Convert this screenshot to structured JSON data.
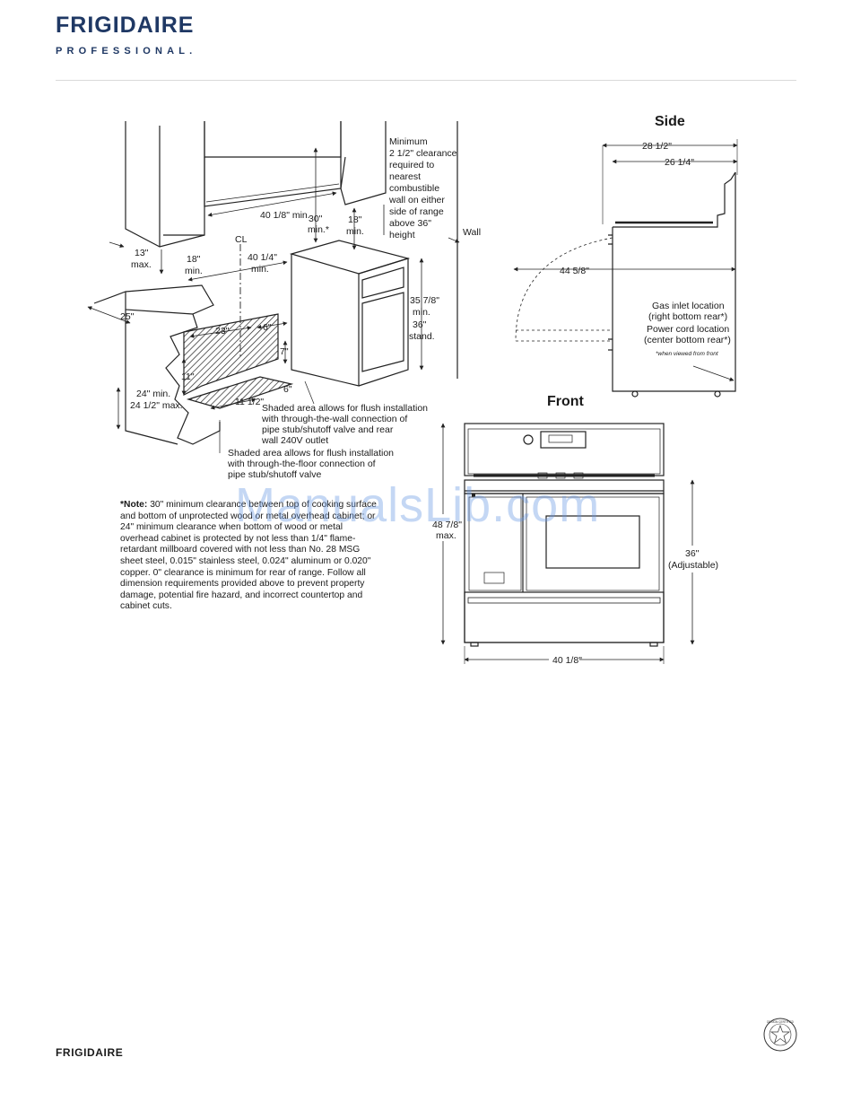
{
  "header": {
    "brand": "FRIGIDAIRE",
    "sub": "PROFESSIONAL."
  },
  "side": {
    "title": "Side",
    "d1": "28 1/2\"",
    "d2": "26 1/4\"",
    "d3": "44 5/8\"",
    "gas_1": "Gas inlet location",
    "gas_2": "(right bottom rear*)",
    "power_1": "Power cord location",
    "power_2": "(center bottom rear*)",
    "footnote": "*when viewed from front"
  },
  "front": {
    "title": "Front",
    "height_1": "48 7/8\"",
    "height_2": "max.",
    "adj_1": "36\"",
    "adj_2": "(Adjustable)",
    "width": "40 1/8\""
  },
  "install": {
    "clear_1": "Minimum",
    "clear_2": "2 1/2\" clearance",
    "clear_3": "required to",
    "clear_4": "nearest",
    "clear_5": "combustible",
    "clear_6": "wall on either",
    "clear_7": "side of range",
    "clear_8": "above 36\"",
    "clear_9": "height",
    "wall": "Wall",
    "hood_width": "40 1/8\" min.",
    "d30_1": "30\"",
    "d30_2": "min.*",
    "d18a_1": "18\"",
    "d18a_2": "min.",
    "d13_1": "13\"",
    "d13_2": "max.",
    "d18b_1": "18\"",
    "d18b_2": "min.",
    "cl": "CL",
    "cut_1": "40 1/4\"",
    "cut_2": "min.",
    "h35_1": "35 7/8\"",
    "h35_2": "min.",
    "h36_1": "36\"",
    "h36_2": "stand.",
    "d25": "25\"",
    "d23": "23\"",
    "d6a": "6\"",
    "d7": "7\"",
    "d11": "11\"",
    "d6b": "6\"",
    "d11h": "11 1/2\"",
    "depth_1": "24\" min.",
    "depth_2": "24 1/2\" max.",
    "wall_area_1": "Shaded area allows for flush installation",
    "wall_area_2": "with through-the-wall connection of",
    "wall_area_3": "pipe stub/shutoff valve and rear",
    "wall_area_4": "wall 240V outlet",
    "floor_area_1": "Shaded area allows for flush installation",
    "floor_area_2": "with through-the-floor connection of",
    "floor_area_3": "pipe stub/shutoff valve"
  },
  "note": {
    "label": "*Note:",
    "text": " 30\" minimum clearance between top of cooking surface and bottom of unprotected wood or metal overhead cabinet; or 24\" minimum clearance when bottom of wood or metal overhead cabinet is protected by not less than 1/4\" flame-retardant millboard covered with not less than No. 28 MSG sheet steel, 0.015\" stainless steel, 0.024\" aluminum or 0.020\" copper. 0\" clearance is minimum for rear of range. Follow all dimension requirements provided above to prevent property damage, potential fire hazard, and incorrect countertop and cabinet cuts."
  },
  "watermark": "ManualsLib.com",
  "footer": {
    "brand": "FRIGIDAIRE",
    "seal_text": "DESIGN CERTIFIED"
  }
}
